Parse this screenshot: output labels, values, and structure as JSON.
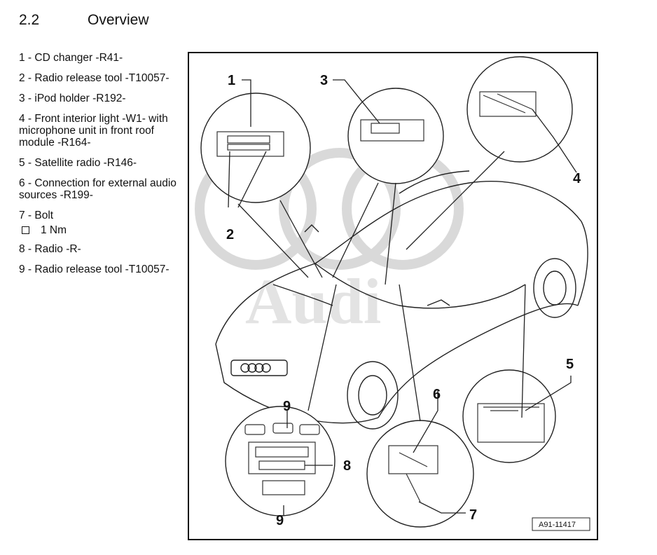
{
  "section": {
    "number": "2.2",
    "title": "Overview"
  },
  "legend": [
    {
      "text": "1 - CD changer -R41-"
    },
    {
      "text": "2 - Radio release tool -T10057-"
    },
    {
      "text": "3 - iPod holder -R192-"
    },
    {
      "text": "4 - Front interior light -W1- with microphone unit in front roof module -R164-"
    },
    {
      "text": "5 - Satellite radio -R146-"
    },
    {
      "text": "6 - Connection for external audio sources -R199-"
    },
    {
      "text": "7 - Bolt"
    },
    {
      "text": "8 - Radio -R-"
    },
    {
      "text": "9 - Radio release tool -T10057-"
    }
  ],
  "bolt_spec": "1 Nm",
  "figure": {
    "callouts": {
      "c1": "1",
      "c2": "2",
      "c3": "3",
      "c4": "4",
      "c5": "5",
      "c6": "6",
      "c7": "7",
      "c8": "8",
      "c9a": "9",
      "c9b": "9"
    },
    "image_tag": "A91-11417",
    "watermark": "Audi"
  }
}
